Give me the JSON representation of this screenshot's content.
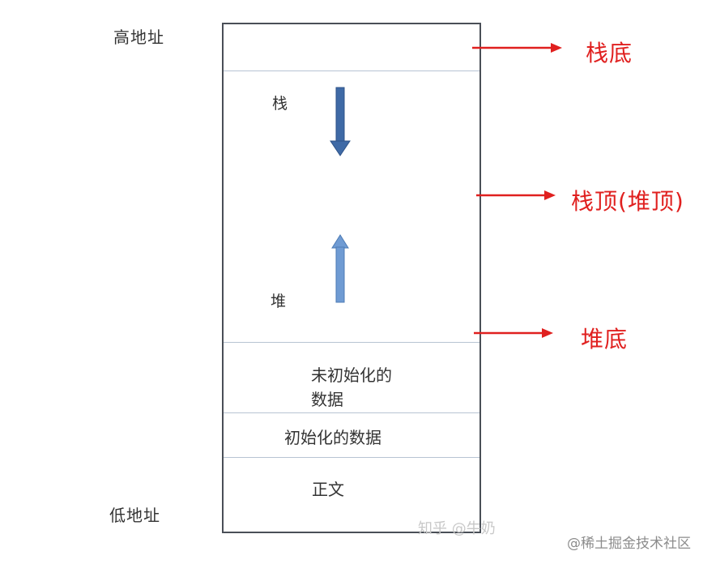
{
  "labels": {
    "high_address": "高地址",
    "low_address": "低地址"
  },
  "memory": {
    "stack_label": "栈",
    "heap_label": "堆",
    "uninitialized_line1": "未初始化的",
    "uninitialized_line2": "数据",
    "initialized": "初始化的数据",
    "text": "正文"
  },
  "annotations": {
    "stack_bottom": "栈底",
    "stack_top": "栈顶(堆顶)",
    "heap_bottom": "堆底"
  },
  "watermarks": {
    "zhihu": "知乎 @牛奶",
    "juejin": "@稀土掘金技术社区"
  },
  "colors": {
    "annotation_red": "#e0201f",
    "stack_arrow": "#3f6aa6",
    "heap_arrow": "#6f9bd3",
    "box_border": "#4a4f57",
    "divider": "#b7c4d3"
  }
}
